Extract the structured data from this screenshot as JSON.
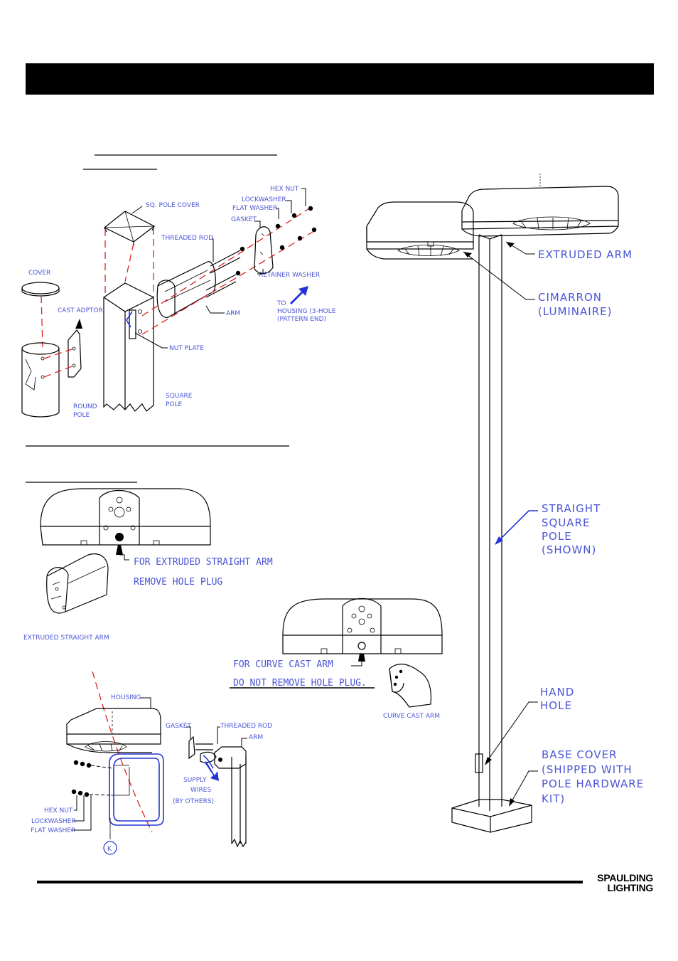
{
  "pole_detail": {
    "hex_nut": "HEX NUT",
    "lockwasher": "LOCKWASHER",
    "flat_washer": "FLAT WASHER",
    "gasket": "GASKET",
    "sq_pole_cover": "SQ. POLE COVER",
    "threaded_rod": "THREADED ROD",
    "retainer_washer": "RETAINER WASHER",
    "cover": "COVER",
    "cast_adptor": "CAST ADPTOR",
    "to_housing_lines": [
      "TO",
      "HOUSING (3-HOLE",
      "(PATTERN END)"
    ],
    "arm": "ARM",
    "nut_plate": "NUT PLATE",
    "square_pole_lines": [
      "SQUARE",
      "POLE"
    ],
    "round_pole_lines": [
      "ROUND",
      "POLE"
    ]
  },
  "hole_plug_detail": {
    "extruded_note_lines": [
      "FOR EXTRUDED STRAIGHT ARM",
      "REMOVE HOLE PLUG"
    ],
    "extruded_arm_label": "EXTRUDED STRAIGHT ARM",
    "curve_note_lines": [
      "FOR CURVE CAST ARM",
      "DO NOT REMOVE HOLE PLUG."
    ],
    "curve_arm_label": "CURVE CAST ARM"
  },
  "mounting_detail": {
    "housing": "HOUSING",
    "gasket": "GASKET",
    "threaded_rod": "THREADED ROD",
    "arm": "ARM",
    "supply_wires_lines": [
      "SUPPLY",
      "WIRES",
      "(BY OTHERS)"
    ],
    "hex_nut": "HEX NUT",
    "lockwasher": "LOCKWASHER",
    "flat_washer": "FLAT WASHER",
    "circle_marker": "K"
  },
  "assembly": {
    "extruded_arm": "EXTRUDED ARM",
    "cimarron_lines": [
      "CIMARRON",
      "(LUMINAIRE)"
    ],
    "straight_pole_lines": [
      "STRAIGHT",
      "SQUARE",
      "POLE",
      "(SHOWN)"
    ],
    "hand_hole_lines": [
      "HAND",
      "HOLE"
    ],
    "base_cover_lines": [
      "BASE COVER",
      "(SHIPPED WITH",
      "POLE HARDWARE",
      "KIT)"
    ]
  },
  "footer": {
    "logo_lines": [
      "SPAULDING",
      "LIGHTING"
    ]
  },
  "colors": {
    "label_blue": "#4a55d6",
    "dash_red": "#e02020",
    "highlight_blue": "#2433d6",
    "header_bar": "#000000"
  }
}
